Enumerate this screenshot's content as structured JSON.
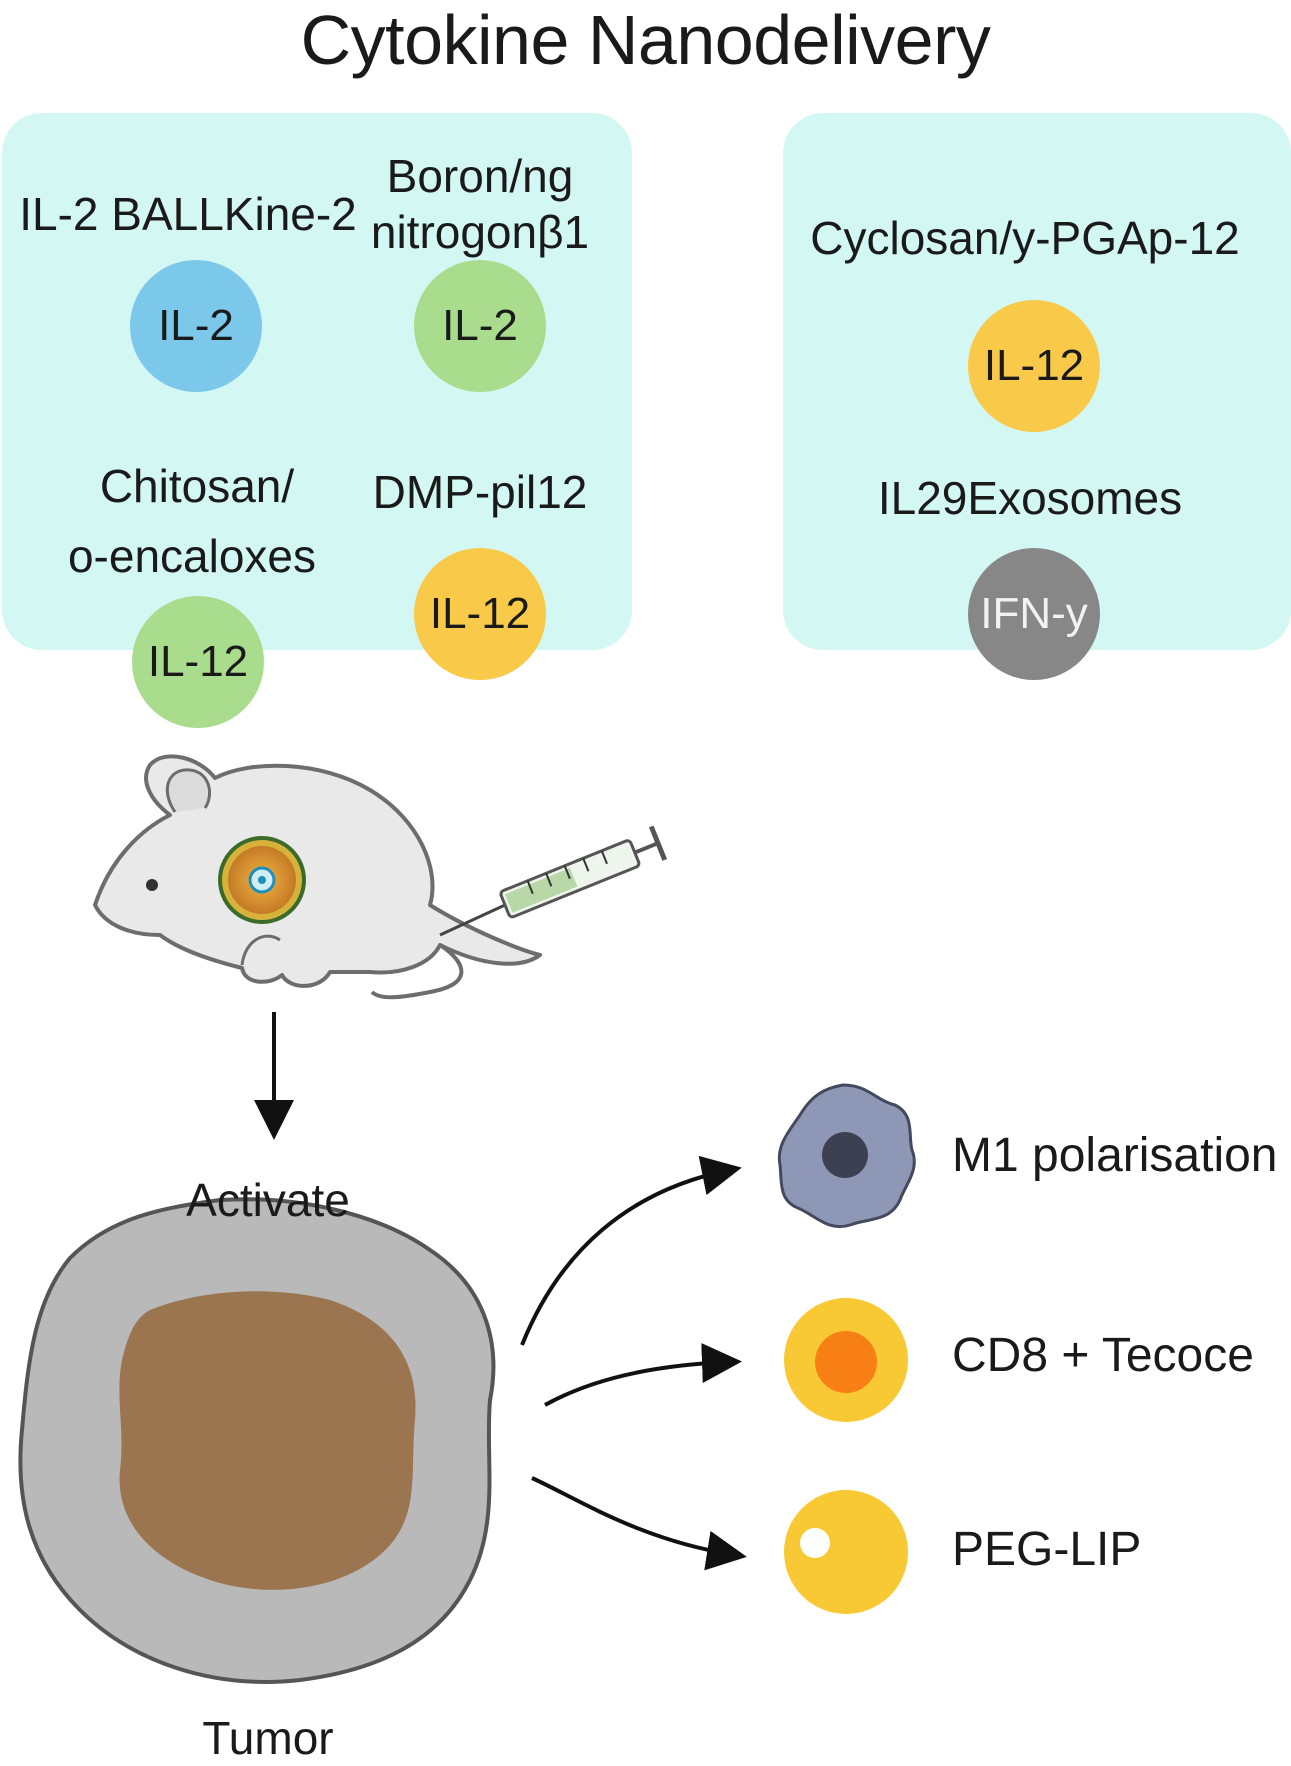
{
  "title": "Cytokine Nanodelivery",
  "left_panel": {
    "items": [
      {
        "label_lines": [
          "IL-2 BALLKine-2"
        ],
        "cytokine": "IL-2",
        "color": "#7cc8ea"
      },
      {
        "label_lines": [
          "Boron/ng",
          "nitrogonβ1"
        ],
        "cytokine": "IL-2",
        "color": "#a9dc8d"
      },
      {
        "label_lines": [
          "Chitosan/",
          "o-encaloxes"
        ],
        "cytokine": "IL-12",
        "color": "#a9dc8d"
      },
      {
        "label_lines": [
          "DMP-pil12"
        ],
        "cytokine": "IL-12",
        "color": "#f9c949"
      }
    ]
  },
  "right_panel": {
    "items": [
      {
        "label_lines": [
          "Cyclosan/y-PGAp-12"
        ],
        "cytokine": "IL-12",
        "color": "#f9c949"
      },
      {
        "label_lines": [
          "IL29Exosomes"
        ],
        "cytokine": "IFN-y",
        "color": "#878787"
      }
    ]
  },
  "flow": {
    "activate_label": "Activate",
    "tumor_label": "Tumor"
  },
  "outcomes": [
    {
      "label": "M1 polarisation",
      "icon": "macrophage-icon"
    },
    {
      "label": "CD8 + Tecoce",
      "icon": "t-cell-icon"
    },
    {
      "label": "PEG-LIP",
      "icon": "liposome-icon"
    }
  ],
  "colors": {
    "panel_bg": "#d3f7f3",
    "tumor_outer": "#b9b9b9",
    "tumor_core": "#9b7550",
    "macrophage": "#8e97b6",
    "cell_yellow": "#f8c935",
    "cell_orange": "#f77f14"
  }
}
